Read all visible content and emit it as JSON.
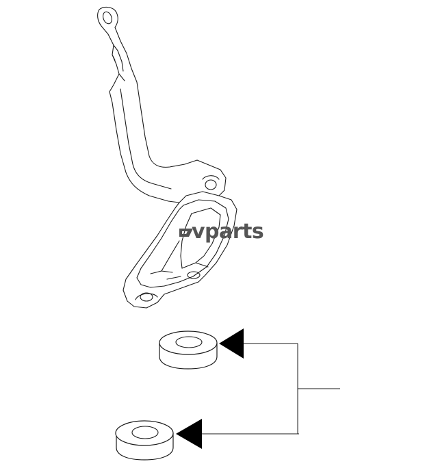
{
  "watermark": {
    "text": "vparts",
    "color": "#555555"
  },
  "parts": [
    {
      "name": "bracket"
    },
    {
      "name": "upper-bushing"
    },
    {
      "name": "lower-bushing"
    }
  ],
  "colors": {
    "line": "#1a1a1a",
    "arrow": "#000000",
    "background": "#ffffff"
  }
}
